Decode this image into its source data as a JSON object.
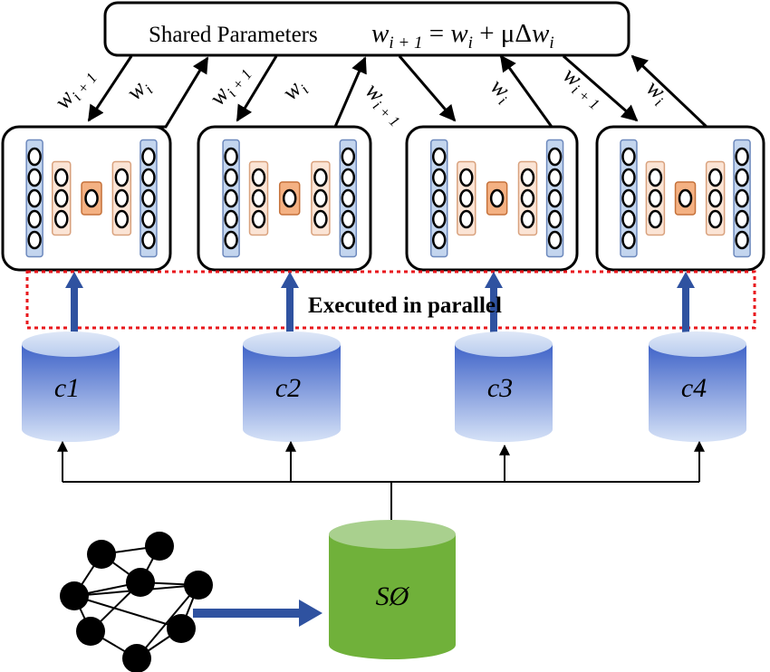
{
  "shared_params": {
    "title": "Shared Parameters",
    "formula": "w_{i+1} = w_i + μΔw_i",
    "formula_lhs_w": "w",
    "formula_lhs_sub": "i + 1",
    "formula_eq": " = ",
    "formula_rhs_w": "w",
    "formula_rhs_sub": "i",
    "formula_plus": " + μΔ",
    "formula_delta_w": "w",
    "formula_delta_sub": "i"
  },
  "arrow_labels": {
    "w_next": "w",
    "w_next_sub": "i + 1",
    "w_cur": "w",
    "w_cur_sub": "i"
  },
  "parallel_label": "Executed in parallel",
  "clients": [
    {
      "id": "c1",
      "label": "c1"
    },
    {
      "id": "c2",
      "label": "c2"
    },
    {
      "id": "c3",
      "label": "c3"
    },
    {
      "id": "c4",
      "label": "c4"
    }
  ],
  "server_store": {
    "label": "SØ"
  },
  "colors": {
    "client_cylinder_top": "#3f63c8",
    "client_cylinder_bottom": "#d6e2f7",
    "store_body": "#70b13a",
    "store_top": "#a9d08e",
    "arrow_blue": "#2f52a0",
    "dashed_box": "#e8161b",
    "layer_blue_fill": "#c3d5ee",
    "layer_blue_stroke": "#6d89bd",
    "layer_peach_fill": "#fbe4d5",
    "layer_peach_stroke": "#d9a27e",
    "layer_orange_fill": "#f4b183",
    "layer_orange_stroke": "#c5713a"
  }
}
